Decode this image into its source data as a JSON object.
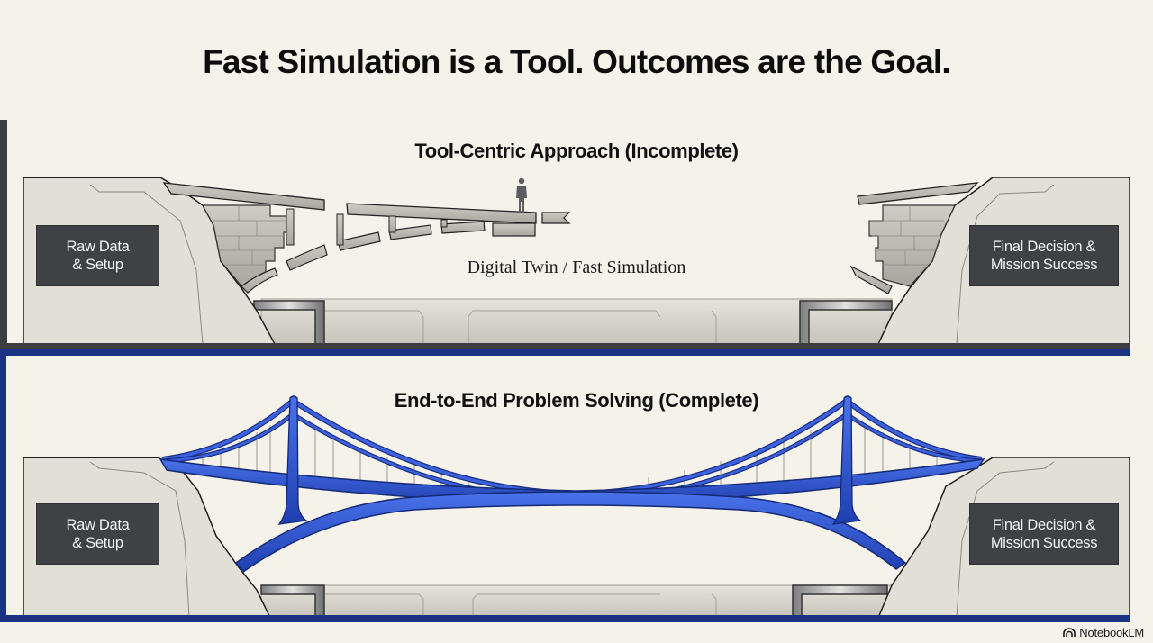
{
  "title": "Fast Simulation is a Tool. Outcomes are the Goal.",
  "top_panel": {
    "heading": "Tool-Centric Approach (Incomplete)",
    "caption": "Digital Twin / Fast Simulation",
    "left_label": {
      "line1": "Raw Data",
      "line2": "& Setup"
    },
    "right_label": {
      "line1": "Final Decision &",
      "line2": "Mission Success"
    },
    "frame_color": "#3c3e42",
    "bridge_state": "broken"
  },
  "bottom_panel": {
    "heading": "End-to-End Problem Solving (Complete)",
    "left_label": {
      "line1": "Raw Data",
      "line2": "& Setup"
    },
    "right_label": {
      "line1": "Final Decision &",
      "line2": "Mission Success"
    },
    "frame_color": "#1b3382",
    "bridge_color": "#2f55d4",
    "bridge_state": "complete"
  },
  "branding": {
    "icon": "notebooklm-icon",
    "label": "NotebookLM"
  },
  "colors": {
    "background": "#f5f2ea",
    "cliff": "#e2dfd6",
    "label_box": "#3f4144",
    "stone": "#b9b6ad"
  }
}
